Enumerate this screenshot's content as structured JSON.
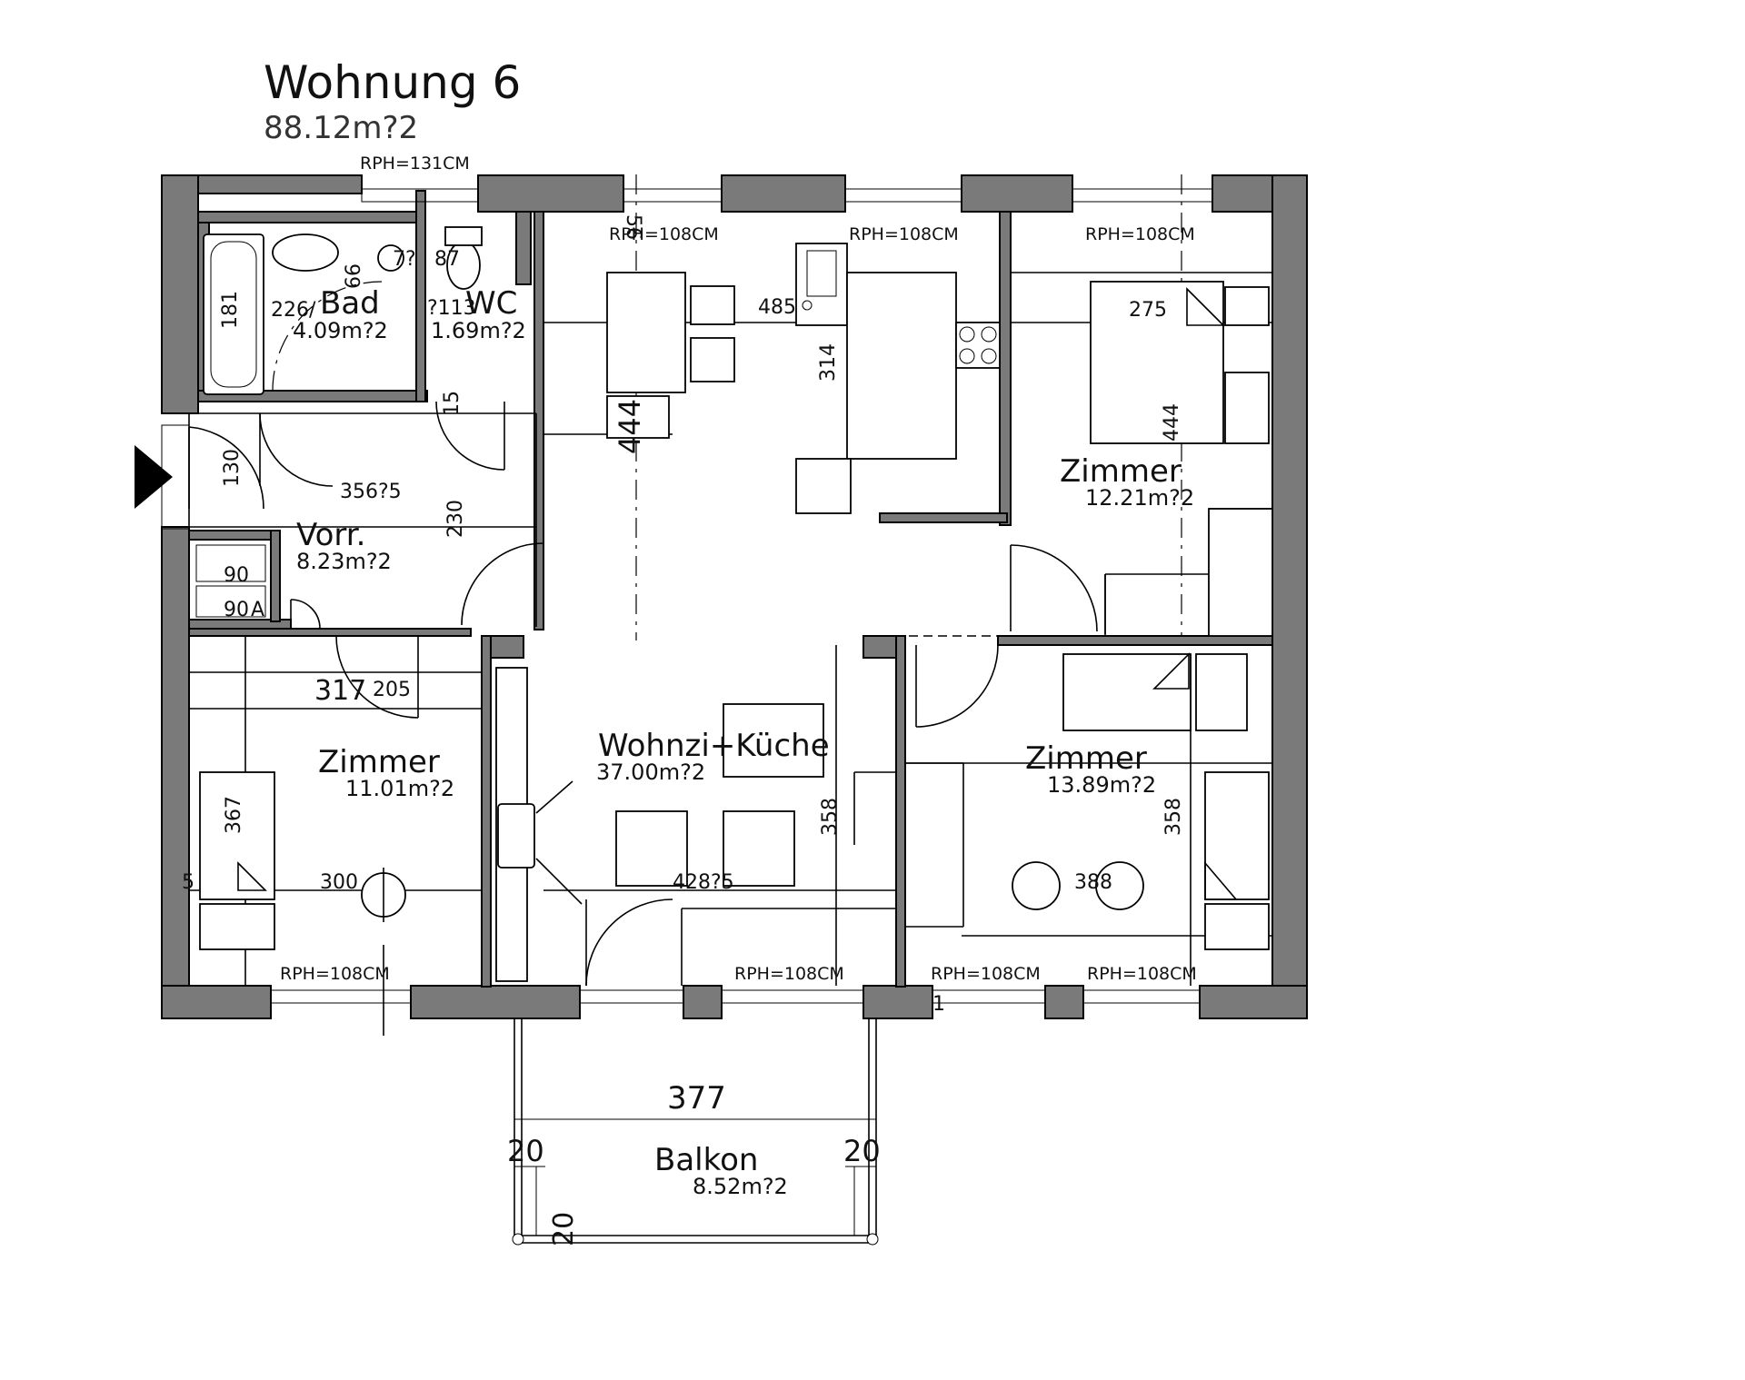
{
  "plan": {
    "title": "Wohnung 6",
    "total_area": "88.12m?2"
  },
  "rooms": {
    "bad": {
      "name": "Bad",
      "area": "4.09m?2"
    },
    "wc": {
      "name": "WC",
      "area": "1.69m?2"
    },
    "vorr": {
      "name": "Vorr.",
      "area": "8.23m?2"
    },
    "wohnzi": {
      "name": "Wohnzi+Küche",
      "area": "37.00m?2"
    },
    "zimmer_ne": {
      "name": "Zimmer",
      "area": "12.21m?2"
    },
    "zimmer_sw": {
      "name": "Zimmer",
      "area": "11.01m?2"
    },
    "zimmer_se": {
      "name": "Zimmer",
      "area": "13.89m?2"
    },
    "balkon": {
      "name": "Balkon",
      "area": "8.52m?2"
    }
  },
  "rph": {
    "top_bad": "RPH=131CM",
    "top_wohn1": "RPH=108CM",
    "top_wohn2": "RPH=108CM",
    "top_zimmer": "RPH=108CM",
    "bottom_sw": "RPH=108CM",
    "bottom_wohn": "RPH=108CM",
    "bottom_se1": "RPH=108CM",
    "bottom_se2": "RPH=108CM"
  },
  "dims": {
    "d56": "56",
    "d181": "181",
    "d226": "226/",
    "d66": "66",
    "d7_5": "7?",
    "d87": "87",
    "d113": "?113",
    "d15": "15",
    "d130": "130",
    "d356": "356?5",
    "d230": "230",
    "d90a": "90",
    "d90b": "90",
    "dA": "A",
    "d317": "317",
    "d205": "205",
    "d444a": "444",
    "d485": "485",
    "d314": "314",
    "d275": "275",
    "d444b": "444",
    "d367": "367",
    "d300": "300",
    "d5": "5",
    "d428": "428?5",
    "d358a": "358",
    "d358b": "358",
    "d388": "388",
    "d377": "377",
    "d20a": "20",
    "d20b": "20",
    "d20c": "20",
    "d1": "1"
  }
}
